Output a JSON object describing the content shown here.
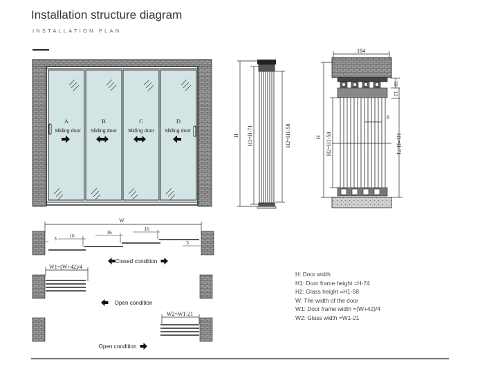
{
  "header": {
    "title": "Installation structure diagram",
    "subtitle": "INSTALLATION PLAN"
  },
  "front_view": {
    "panels": [
      {
        "letter": "A",
        "label": "Sliding door"
      },
      {
        "letter": "B",
        "label": "Sliding door"
      },
      {
        "letter": "C",
        "label": "Sliding door"
      },
      {
        "letter": "D",
        "label": "Sliding door"
      }
    ]
  },
  "side_view": {
    "dim_h": "H",
    "dim_h1": "H1=H-71",
    "dim_h2": "H2=H1-58"
  },
  "section_view": {
    "dim_width": "184",
    "dim_top": "50",
    "dim_gap": "12",
    "dim_inner": "6",
    "dim_h": "H",
    "dim_h2": "H2=H1-58",
    "dim_h1": "H1=H-71"
  },
  "plan_closed": {
    "dim_w": "W",
    "dim_left_gap": "3",
    "dim_overlap_1": "16",
    "dim_overlap_2": "16",
    "dim_overlap_3": "16",
    "dim_right_gap": "3",
    "caption": "Closed condition"
  },
  "plan_open_left": {
    "dim_w1": "W1=(W+42)/4",
    "caption": "Open condition"
  },
  "plan_open_right": {
    "dim_w2": "W2=W1-21",
    "caption": "Open condition"
  },
  "legend": {
    "lines": [
      "H: Door width",
      "H1: Door frame height =H-74",
      "H2: Glass height =H1-58",
      "W: The width of the door",
      "W1: Door frame width =(W+42)/4",
      "W2: Glass width =W1-21"
    ]
  },
  "colors": {
    "glass": "#d2e4e4",
    "brick": "#8a8a8a",
    "line": "#222222"
  }
}
